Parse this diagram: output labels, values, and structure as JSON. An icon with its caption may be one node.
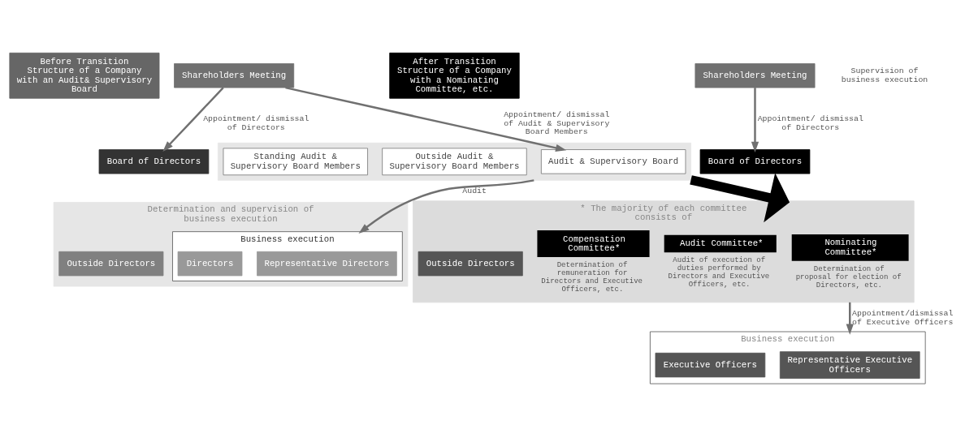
{
  "diagram": {
    "nodes": [
      {
        "text": [
          "Before Transition",
          "Structure of a Company with an Audit& Supervisory Board"
        ]
      },
      {
        "text": [
          "Shareholders Meeting"
        ]
      },
      {
        "text": [
          "Board of Directors"
        ]
      },
      {
        "text": [
          "Determination and supervision of business execution"
        ]
      },
      {
        "text": [
          "Outside Directors"
        ],
        "in": 3
      },
      {
        "text": [
          "Business execution"
        ],
        "in": 3
      },
      {
        "text": [
          "Representative Directors"
        ],
        "in": 5
      },
      {
        "text": [
          "Directors"
        ],
        "in": 5
      },
      {
        "text": [],
        "shape": "box"
      },
      {
        "text": [
          "Audit & Supervisory Board"
        ],
        "in": 8
      },
      {
        "text": [
          "Outside Audit & Supervisory Board Members"
        ],
        "in": 8
      },
      {
        "text": [
          "Standing Audit & Supervisory Board Members"
        ],
        "in": 8
      },
      {
        "text": [
          "After Transition",
          "Structure of a Company with a Nominating Committee, etc."
        ]
      },
      {
        "text": [
          "Shareholders Meeting"
        ]
      },
      {
        "text": [
          "Board of Directors"
        ]
      },
      {
        "text": [
          "* The majority of each committee consists of"
        ]
      },
      {
        "text": [
          "Nominating Committee*"
        ],
        "in": 15,
        "beside": [
          "Determination of proposal for election of Directors, etc."
        ]
      },
      {
        "text": [
          "Audit Committee*"
        ],
        "in": 15,
        "beside": [
          "Audit of execution of duties performed by Directors and Executive Officers, etc."
        ]
      },
      {
        "text": [
          "Compensation Committee*"
        ],
        "in": 15,
        "beside": [
          "Determination of remuneration for Directors and Executive Officers, etc."
        ]
      },
      {
        "text": [
          "Outside Directors"
        ],
        "in": 15
      },
      {
        "text": [
          "Business execution"
        ]
      },
      {
        "text": [
          "Representative Executive Officers"
        ],
        "in": 20
      },
      {
        "text": [
          "Executive Officers"
        ],
        "in": 20
      }
    ],
    "edges": [
      {
        "from": 1,
        "to": 2,
        "arrow": "to",
        "label": "Appointment/ dismissal of Directors"
      },
      {
        "from": 1,
        "to": 9,
        "arrow": "to",
        "label": "Appointment/ dismissal of Audit & Supervisory Board Members"
      },
      {
        "from": 8,
        "to": 5,
        "arrow": "to",
        "label": "Audit"
      },
      {
        "from": 8,
        "to": 15,
        "arrow": "to",
        "style": "thick",
        "color": "#000000"
      },
      {
        "from": 13,
        "to": 14,
        "arrow": "to",
        "label": "Appointment/ dismissal of Directors"
      },
      {
        "from": 15,
        "to": 20,
        "arrow": "to",
        "label": "Appointment/dismissal of Executive Officers"
      }
    ],
    "labels": [
      "Supervision of business execution"
    ]
  }
}
